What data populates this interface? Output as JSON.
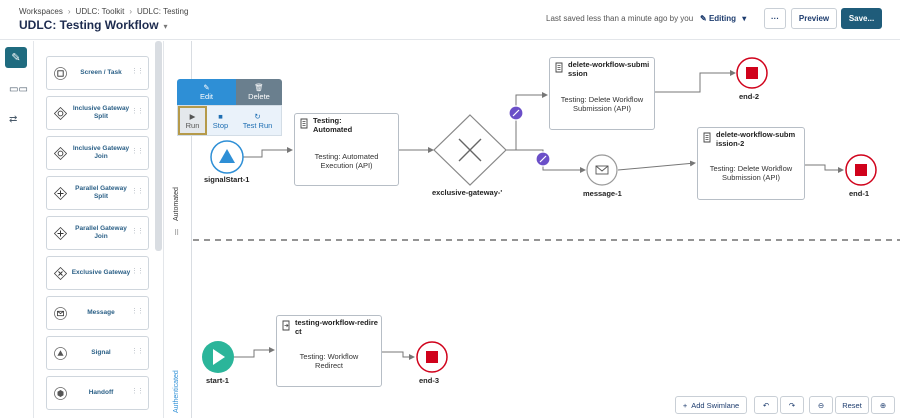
{
  "header": {
    "breadcrumbs": [
      "Workspaces",
      "UDLC: Toolkit",
      "UDLC: Testing"
    ],
    "title": "UDLC: Testing Workflow",
    "saved_status": "Last saved less than a minute ago by you",
    "mode": "Editing",
    "more_label": "···",
    "preview_label": "Preview",
    "save_label": "Save..."
  },
  "palette": {
    "items": [
      {
        "label": "Screen / Task",
        "icon": "square-icon"
      },
      {
        "label": "Inclusive Gateway Split",
        "icon": "diamond-circle-icon"
      },
      {
        "label": "Inclusive Gateway Join",
        "icon": "diamond-circle-icon"
      },
      {
        "label": "Parallel Gateway Split",
        "icon": "diamond-plus-icon"
      },
      {
        "label": "Parallel Gateway Join",
        "icon": "diamond-plus-icon"
      },
      {
        "label": "Exclusive Gateway",
        "icon": "diamond-x-icon"
      },
      {
        "label": "Message",
        "icon": "envelope-icon"
      },
      {
        "label": "Signal",
        "icon": "triangle-icon"
      },
      {
        "label": "Handoff",
        "icon": "hexagon-icon"
      }
    ]
  },
  "lanes": {
    "lane1": "Automated",
    "lane2": "Authenticated"
  },
  "context_menu": {
    "edit": "Edit",
    "delete": "Delete",
    "run": "Run",
    "stop": "Stop",
    "test_run": "Test Run"
  },
  "nodes": {
    "signal_start": "signalStart-1",
    "task1_name": "Testing: Automated",
    "task1_desc": "Testing: Automated Execution (API)",
    "gateway": "exclusive-gateway-'",
    "task2_name": "delete-workflow-submission",
    "task2_desc": "Testing: Delete Workflow Submission (API)",
    "end2": "end-2",
    "message": "message-1",
    "task3_name": "delete-workflow-submission-2",
    "task3_desc": "Testing: Delete Workflow Submission (API)",
    "end1": "end-1",
    "start1": "start-1",
    "task4_name": "testing-workflow-redirect",
    "task4_desc": "Testing: Workflow Redirect",
    "end3": "end-3"
  },
  "footer": {
    "add_swimlane": "Add Swimlane",
    "reset": "Reset"
  },
  "colors": {
    "accent": "#1f5c7a",
    "end_red": "#d0021b",
    "start_green": "#2bb59a",
    "signal_blue": "#2e8fd6",
    "link_purple": "#6b4fc8"
  }
}
